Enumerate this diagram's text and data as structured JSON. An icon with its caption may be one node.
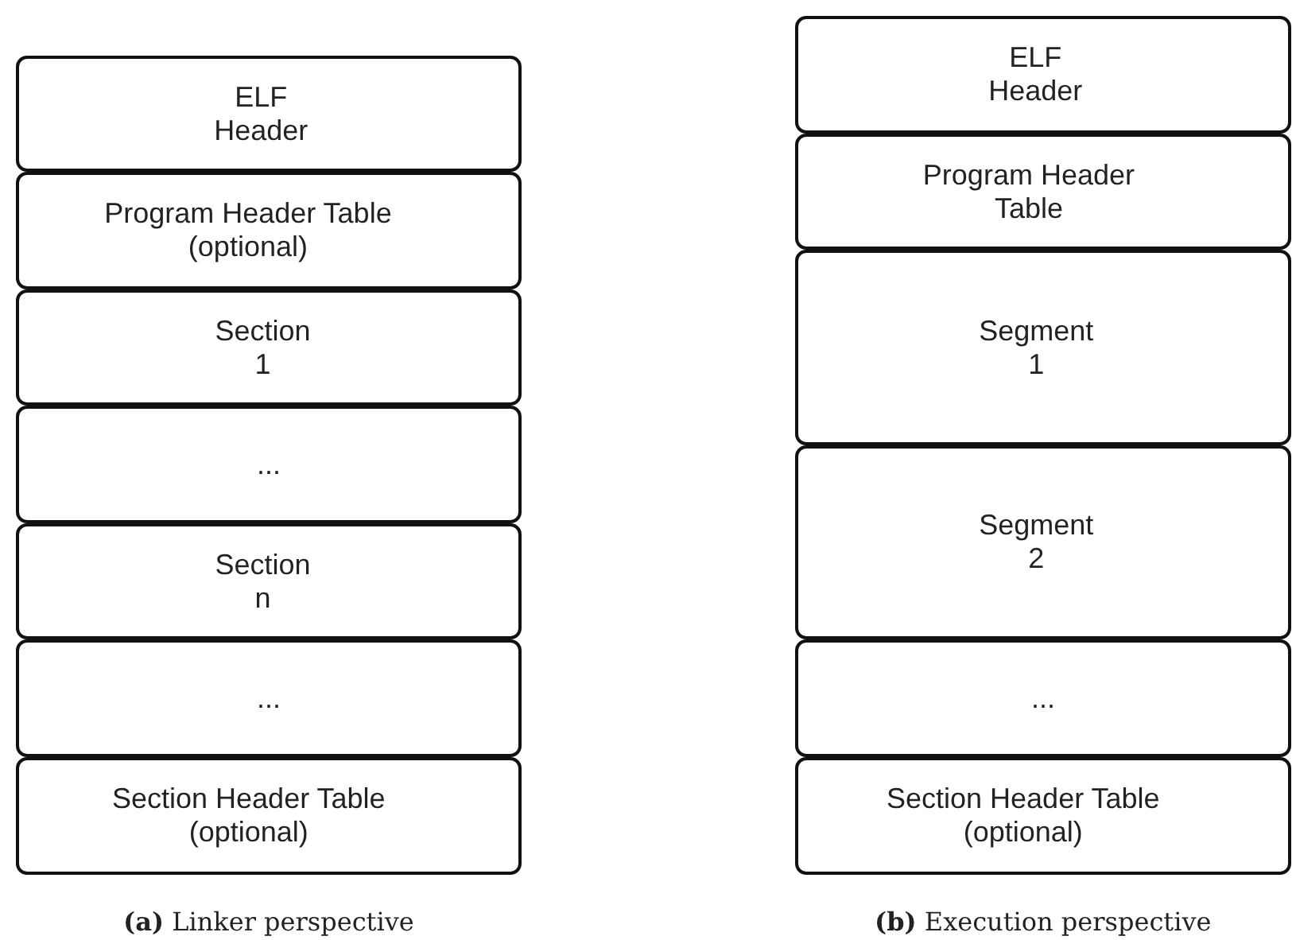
{
  "diagram": {
    "nodes": [
      {
        "text": [
          "ELF Header"
        ]
      },
      {
        "text": [
          "Program Header Table (optional)"
        ]
      },
      {
        "text": [
          "Section 1"
        ]
      },
      {
        "text": [
          "..."
        ]
      },
      {
        "text": [
          "Section n"
        ]
      },
      {
        "text": [
          "..."
        ]
      },
      {
        "text": [
          "Section Header Table (optional)"
        ]
      },
      {
        "text": [
          "ELF Header"
        ]
      },
      {
        "text": [
          "Program Header Table"
        ]
      },
      {
        "text": [
          "Segment 1"
        ]
      },
      {
        "text": [
          "Segment 2"
        ]
      },
      {
        "text": [
          "..."
        ]
      },
      {
        "text": [
          "Section Header Table (optional)"
        ]
      }
    ],
    "edges": [],
    "labels": [
      "**(a)** Linker perspective",
      "**(b)** Execution perspective"
    ]
  }
}
